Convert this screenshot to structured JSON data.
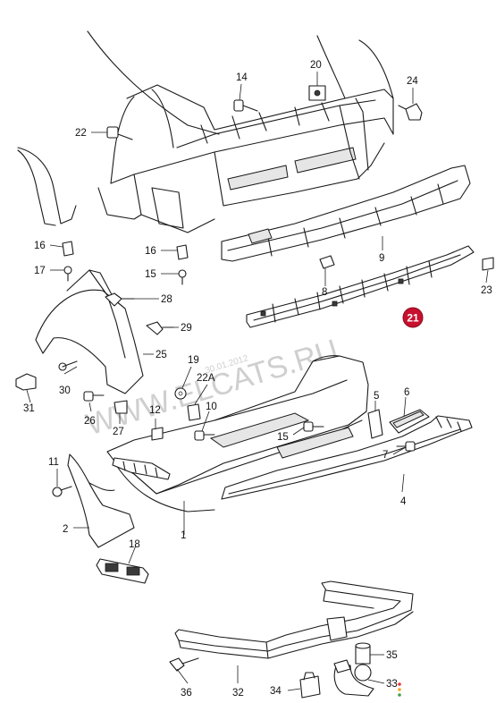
{
  "watermark": {
    "brand": "WWW.ELCATS.RU",
    "date": "30.01.2012"
  },
  "highlight": {
    "label": "21",
    "color": "#c8102e"
  },
  "callouts": {
    "c1": "1",
    "c2": "2",
    "c4": "4",
    "c5": "5",
    "c6": "6",
    "c7": "7",
    "c8": "8",
    "c9": "9",
    "c10": "10",
    "c11": "11",
    "c12": "12",
    "c14": "14",
    "c15a": "15",
    "c15b": "15",
    "c16a": "16",
    "c16b": "16",
    "c17": "17",
    "c18": "18",
    "c19": "19",
    "c20": "20",
    "c22": "22",
    "c22a": "22A",
    "c23": "23",
    "c24": "24",
    "c25": "25",
    "c26": "26",
    "c27": "27",
    "c28": "28",
    "c29": "29",
    "c30": "30",
    "c31": "31",
    "c32": "32",
    "c33": "33",
    "c34": "34",
    "c35": "35",
    "c36": "36"
  }
}
